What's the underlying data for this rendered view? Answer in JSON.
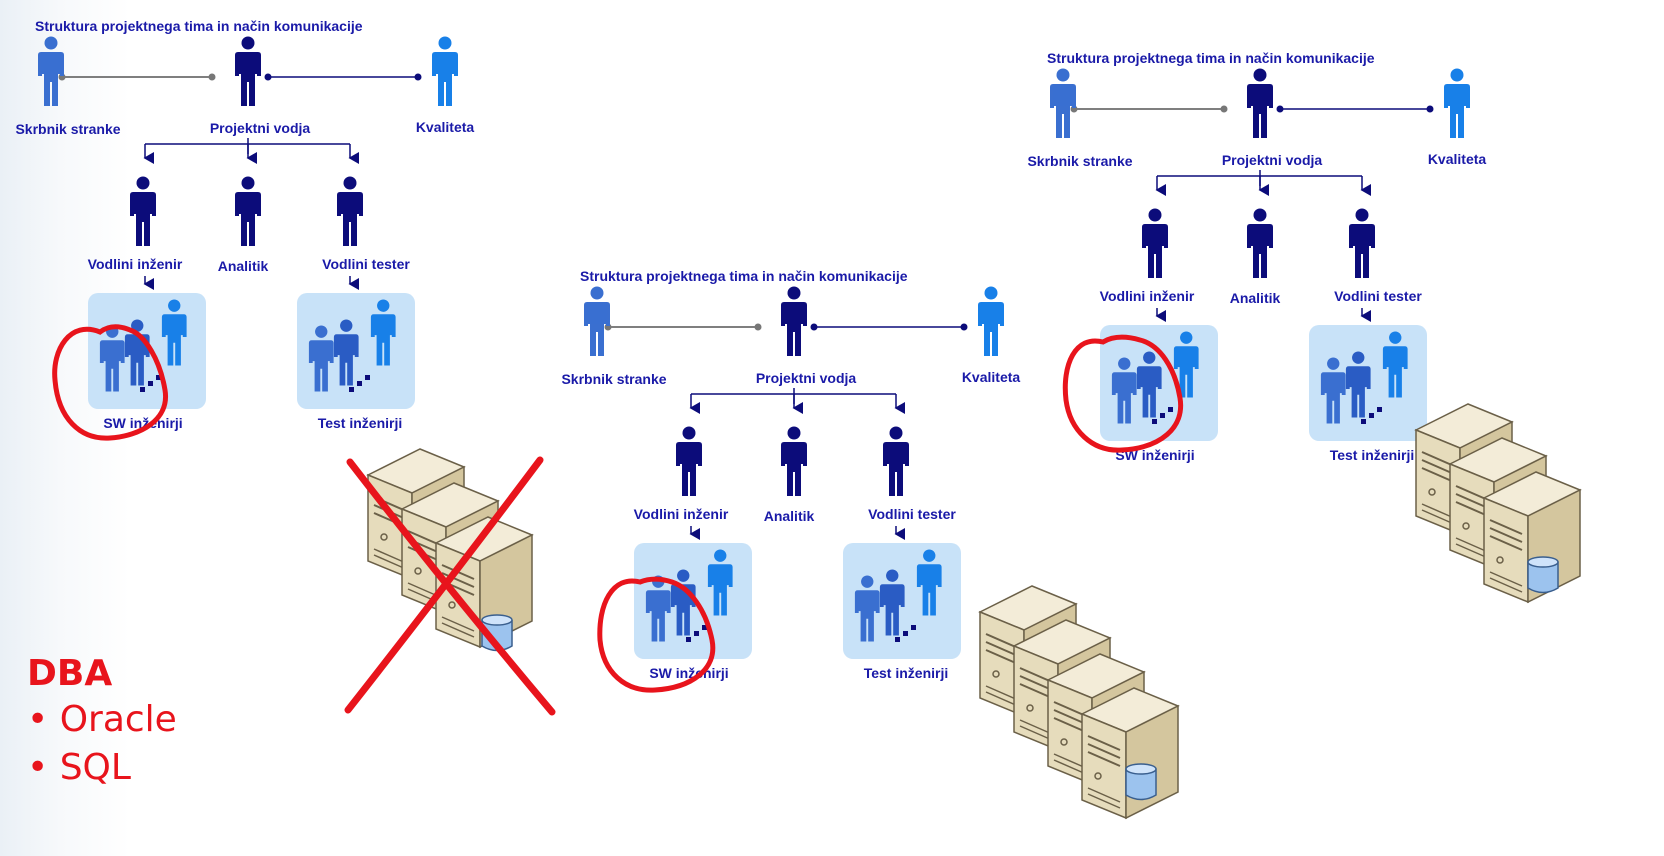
{
  "panels": [
    {
      "id": "panel-left",
      "title": "Struktura projektnega tima in način komunikacije",
      "roles": {
        "client": "Skrbnik stranke",
        "pm": "Projektni vodja",
        "quality": "Kvaliteta",
        "lead_engineer": "Vodlini inženir",
        "analyst": "Analitik",
        "lead_tester": "Vodlini tester",
        "sw_engineers": "SW inženirji",
        "test_engineers": "Test inženirji"
      }
    },
    {
      "id": "panel-middle",
      "title": "Struktura projektnega tima in način komunikacije",
      "roles": {
        "client": "Skrbnik stranke",
        "pm": "Projektni vodja",
        "quality": "Kvaliteta",
        "lead_engineer": "Vodlini inženir",
        "analyst": "Analitik",
        "lead_tester": "Vodlini tester",
        "sw_engineers": "SW inženirji",
        "test_engineers": "Test inženirji"
      }
    },
    {
      "id": "panel-right",
      "title": "Struktura projektnega tima in način komunikacije",
      "roles": {
        "client": "Skrbnik stranke",
        "pm": "Projektni vodja",
        "quality": "Kvaliteta",
        "lead_engineer": "Vodlini inženir",
        "analyst": "Analitik",
        "lead_tester": "Vodlini tester",
        "sw_engineers": "SW inženirji",
        "test_engineers": "Test inženirji"
      }
    }
  ],
  "dba": {
    "heading": "DBA",
    "items": [
      "Oracle",
      "SQL"
    ]
  },
  "colors": {
    "label_text": "#1a1aa8",
    "annotation_red": "#e8141c",
    "group_box": "#c8e2f8",
    "person_dark": "#0c0c7a",
    "person_mid": "#3a6fd0",
    "person_light": "#1880e8"
  },
  "annotations": {
    "crossed_out_servers": true,
    "circled_group": "SW inženirji"
  }
}
